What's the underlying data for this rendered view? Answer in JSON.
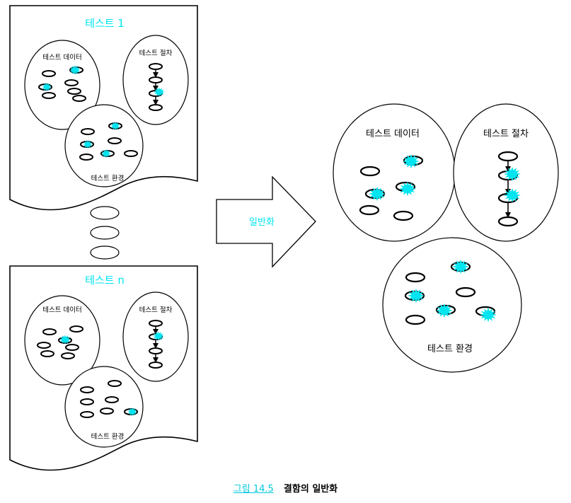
{
  "docs": [
    {
      "title": "테스트 1",
      "data_label": "테스트 데이터",
      "proc_label": "테스트 절차",
      "env_label": "테스트 환경"
    },
    {
      "title": "테스트 n",
      "data_label": "테스트 데이터",
      "proc_label": "테스트 절차",
      "env_label": "테스트 환경"
    }
  ],
  "arrow_label": "일반화",
  "general": {
    "data_label": "테스트 데이터",
    "proc_label": "테스트 절차",
    "env_label": "테스트 환경"
  },
  "caption": {
    "number": "그림 14.5",
    "title": "결함의 일반화"
  },
  "colors": {
    "accent": "#00e5f0",
    "stroke": "#000000"
  }
}
